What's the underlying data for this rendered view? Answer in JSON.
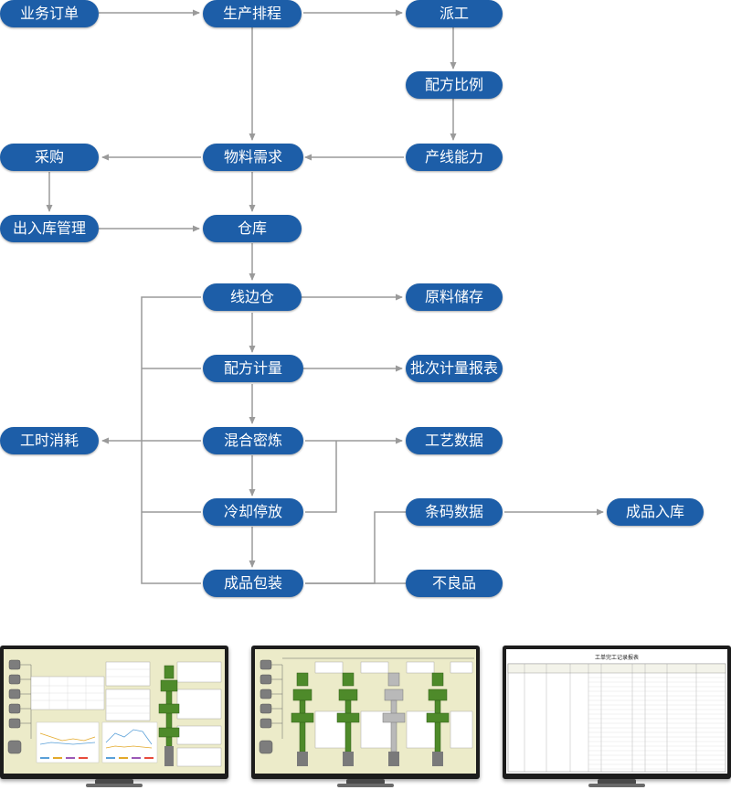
{
  "colors": {
    "node_fill": "#1d5ea8",
    "node_text": "#ffffff",
    "arrow": "#9a9a9a"
  },
  "nodes": {
    "order": "业务订单",
    "schedule": "生产排程",
    "dispatch": "派工",
    "recipe_ratio": "配方比例",
    "capacity": "产线能力",
    "material_demand": "物料需求",
    "purchase": "采购",
    "inout_mgmt": "出入库管理",
    "warehouse": "仓库",
    "line_warehouse": "线边仓",
    "raw_storage": "原料储存",
    "recipe_metering": "配方计量",
    "batch_report": "批次计量报表",
    "work_hours": "工时消耗",
    "mixing": "混合密炼",
    "process_data": "工艺数据",
    "cooling": "冷却停放",
    "barcode_data": "条码数据",
    "finished_inbound": "成品入库",
    "packaging": "成品包装",
    "defective": "不良品"
  },
  "screens": {
    "report_title": "工单完工记录报表"
  }
}
